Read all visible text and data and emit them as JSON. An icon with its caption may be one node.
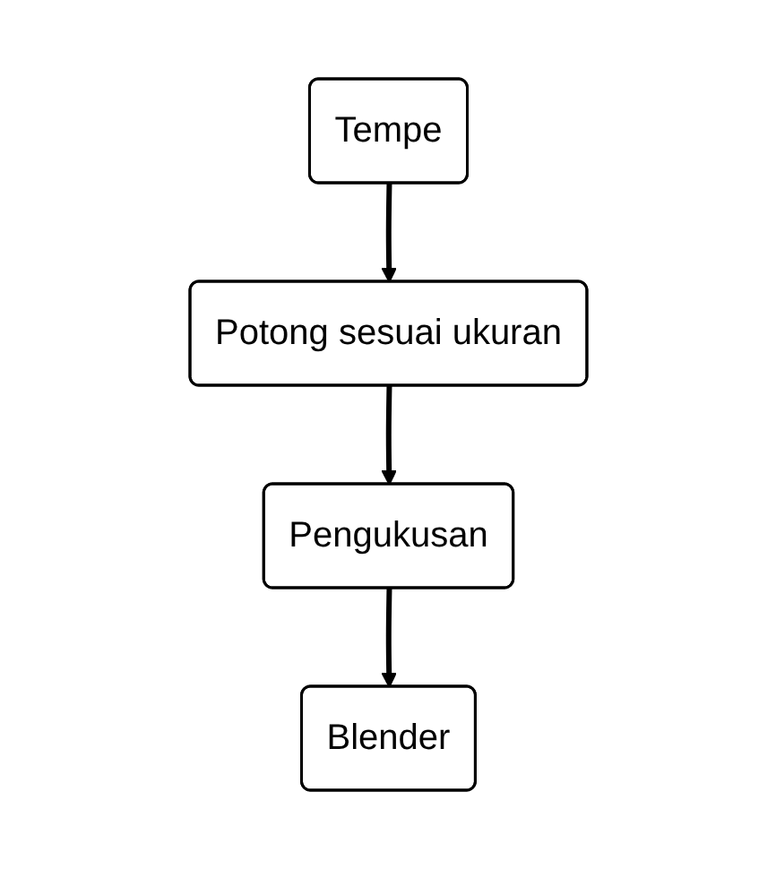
{
  "diagram": {
    "nodes": [
      {
        "text": [
          "Tempe"
        ]
      },
      {
        "text": [
          "Potong sesuai ukuran"
        ]
      },
      {
        "text": [
          "Pengukusan"
        ]
      },
      {
        "text": [
          "Blender"
        ]
      }
    ],
    "edges": [
      {
        "from": 0,
        "to": 1,
        "arrow": "to"
      },
      {
        "from": 1,
        "to": 2,
        "arrow": "to"
      },
      {
        "from": 2,
        "to": 3,
        "arrow": "to"
      }
    ]
  }
}
